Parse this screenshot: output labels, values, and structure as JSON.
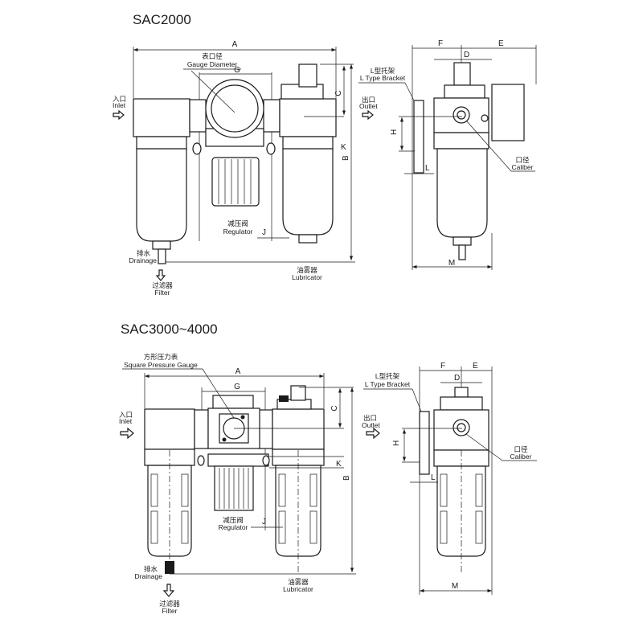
{
  "section1": {
    "title": "SAC2000",
    "dims": {
      "A": "A",
      "G": "G",
      "C": "C",
      "B": "B",
      "K": "K",
      "J": "J",
      "F": "F",
      "E": "E",
      "D": "D",
      "H": "H",
      "L": "L",
      "M": "M"
    },
    "labels": {
      "gauge_cn": "表口径",
      "gauge_en": "Gauge Diameter",
      "inlet_cn": "入口",
      "inlet_en": "Inlet",
      "regulator_cn": "减压阀",
      "regulator_en": "Regulator",
      "drain_cn": "排水",
      "drain_en": "Drainage",
      "filter_cn": "过滤器",
      "filter_en": "Filter",
      "lubricator_cn": "油雾器",
      "lubricator_en": "Lubricator",
      "bracket_cn": "L型托架",
      "bracket_en": "L Type Bracket",
      "outlet_cn": "出口",
      "outlet_en": "Outlet",
      "caliber_cn": "口径",
      "caliber_en": "Caliber"
    }
  },
  "section2": {
    "title": "SAC3000~4000",
    "dims": {
      "A": "A",
      "G": "G",
      "C": "C",
      "B": "B",
      "K": "K",
      "J": "J",
      "F": "F",
      "E": "E",
      "D": "D",
      "H": "H",
      "L": "L",
      "M": "M"
    },
    "labels": {
      "gauge_cn": "方形压力表",
      "gauge_en": "Square Pressure Gauge",
      "inlet_cn": "入口",
      "inlet_en": "Inlet",
      "regulator_cn": "减压阀",
      "regulator_en": "Regulator",
      "drain_cn": "排水",
      "drain_en": "Drainage",
      "filter_cn": "过滤器",
      "filter_en": "Filter",
      "lubricator_cn": "油雾器",
      "lubricator_en": "Lubricator",
      "bracket_cn": "L型托架",
      "bracket_en": "L Type Bracket",
      "outlet_cn": "出口",
      "outlet_en": "Outlet",
      "caliber_cn": "口径",
      "caliber_en": "Caliber"
    }
  }
}
